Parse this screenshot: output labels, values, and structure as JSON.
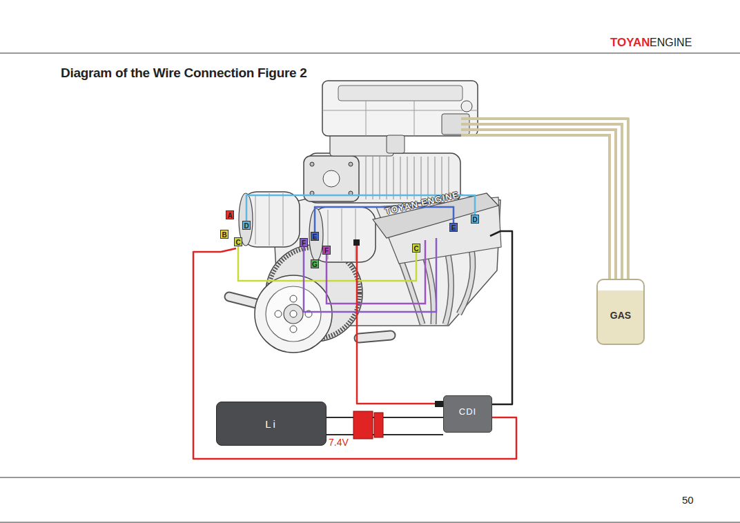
{
  "diagram": {
    "title": "Diagram of the Wire Connection Figure 2",
    "nodes": [
      {
        "text": [
          "TOYAN ENGINE"
        ]
      },
      {
        "text": [
          "GAS"
        ]
      },
      {
        "text": [
          "CDI"
        ]
      },
      {
        "text": [
          "Li"
        ]
      }
    ],
    "edges": [
      {
        "from": 3,
        "to": 2,
        "arrow": "none"
      },
      {
        "from": 2,
        "to": 0,
        "arrow": "none"
      },
      {
        "from": 2,
        "to": 0,
        "arrow": "none"
      },
      {
        "from": 2,
        "to": 0,
        "arrow": "none"
      },
      {
        "from": 1,
        "to": 0,
        "arrow": "none"
      }
    ],
    "labels": [
      "TOYAN",
      "ENGINE",
      "A",
      "D",
      "B",
      "C",
      "E",
      "F",
      "F",
      "G",
      "C",
      "E",
      "D",
      "7.4V",
      "50"
    ]
  }
}
